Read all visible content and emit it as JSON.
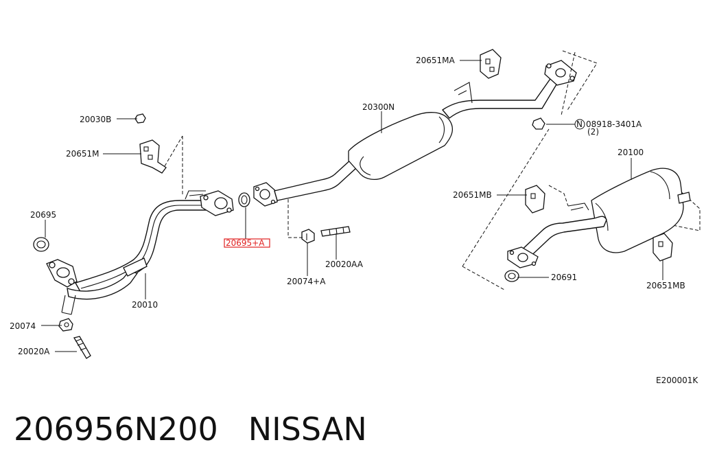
{
  "labels": {
    "p20651MA": "20651MA",
    "p20300N": "20300N",
    "p08918": "08918-3401A",
    "p08918_qty": "(2)",
    "p08918_prefix": "N",
    "p20030B": "20030B",
    "p20651M": "20651M",
    "p20695": "20695",
    "p20695A": "20695+A",
    "p20100": "20100",
    "p20651MB_1": "20651MB",
    "p20651MB_2": "20651MB",
    "p20691": "20691",
    "p20074A": "20074+A",
    "p20020AA": "20020AA",
    "p20010": "20010",
    "p20074": "20074",
    "p20020A": "20020A",
    "code": "E200001K"
  },
  "footer": {
    "part_number": "206956N200",
    "brand": "NISSAN"
  },
  "highlight_color": "#e02020"
}
